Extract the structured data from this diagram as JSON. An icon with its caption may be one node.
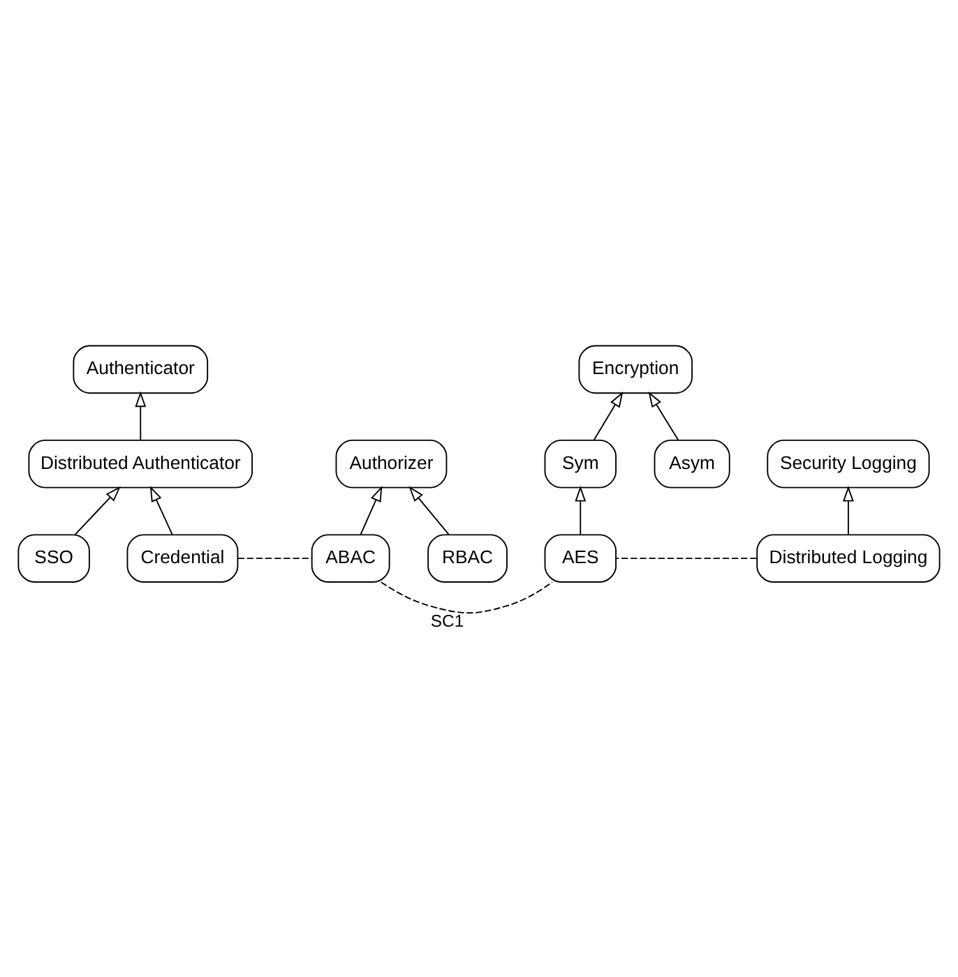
{
  "diagram": {
    "nodes": [
      {
        "text": [
          "Authenticator"
        ]
      },
      {
        "text": [
          "Distributed Authenticator"
        ]
      },
      {
        "text": [
          "SSO"
        ]
      },
      {
        "text": [
          "Credential"
        ]
      },
      {
        "text": [
          "Authorizer"
        ]
      },
      {
        "text": [
          "ABAC"
        ]
      },
      {
        "text": [
          "RBAC"
        ]
      },
      {
        "text": [
          "Encryption"
        ]
      },
      {
        "text": [
          "Sym"
        ]
      },
      {
        "text": [
          "Asym"
        ]
      },
      {
        "text": [
          "AES"
        ]
      },
      {
        "text": [
          "Security Logging"
        ]
      },
      {
        "text": [
          "Distributed Logging"
        ]
      }
    ],
    "edges": [
      {
        "from": 1,
        "to": 0,
        "arrow": "to"
      },
      {
        "from": 2,
        "to": 1,
        "arrow": "to"
      },
      {
        "from": 3,
        "to": 1,
        "arrow": "to"
      },
      {
        "from": 5,
        "to": 4,
        "arrow": "to"
      },
      {
        "from": 6,
        "to": 4,
        "arrow": "to"
      },
      {
        "from": 8,
        "to": 7,
        "arrow": "to"
      },
      {
        "from": 9,
        "to": 7,
        "arrow": "to"
      },
      {
        "from": 10,
        "to": 8,
        "arrow": "to"
      },
      {
        "from": 12,
        "to": 11,
        "arrow": "to"
      },
      {
        "from": 3,
        "to": 5,
        "arrow": "none",
        "style": "dashed"
      },
      {
        "from": 5,
        "to": 10,
        "arrow": "none",
        "style": "dashed",
        "label": "SC1"
      },
      {
        "from": 12,
        "to": 10,
        "arrow": "none",
        "style": "dashed"
      }
    ]
  }
}
